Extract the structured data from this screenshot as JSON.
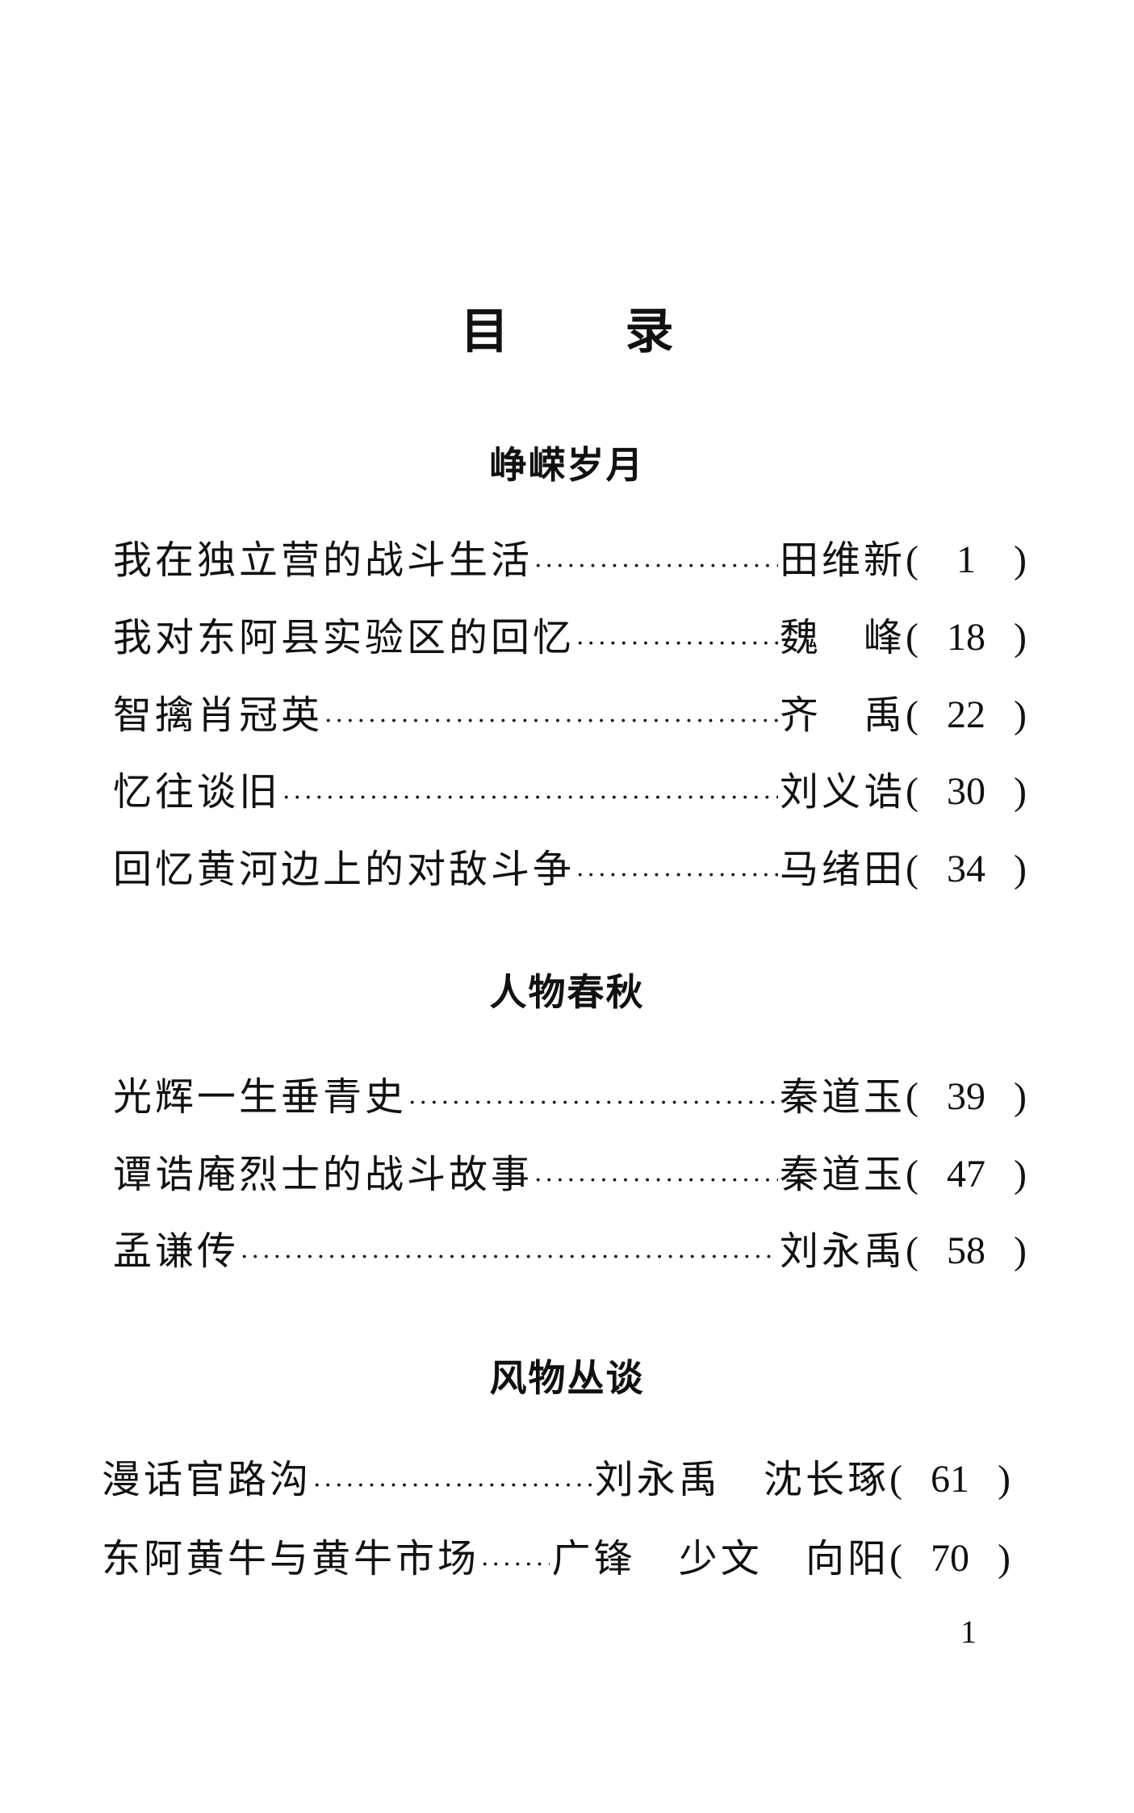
{
  "title": [
    "目",
    "录"
  ],
  "sections": [
    {
      "heading": "峥嵘岁月",
      "entries": [
        {
          "title": "我在独立营的战斗生活",
          "author": "田维新",
          "page": "1"
        },
        {
          "title": "我对东阿县实验区的回忆",
          "author": "魏　峰",
          "page": "18"
        },
        {
          "title": "智擒肖冠英",
          "author": "齐　禹",
          "page": "22"
        },
        {
          "title": "忆往谈旧",
          "author": "刘义诰",
          "page": "30"
        },
        {
          "title": "回忆黄河边上的对敌斗争",
          "author": "马绪田",
          "page": "34"
        }
      ]
    },
    {
      "heading": "人物春秋",
      "entries": [
        {
          "title": "光辉一生垂青史",
          "author": "秦道玉",
          "page": "39"
        },
        {
          "title": "谭诰庵烈士的战斗故事",
          "author": "秦道玉",
          "page": "47"
        },
        {
          "title": "孟谦传",
          "author": "刘永禹",
          "page": "58"
        }
      ]
    },
    {
      "heading": "风物丛谈",
      "entries": [
        {
          "title": "漫话官路沟",
          "author": "刘永禹 沈长琢",
          "page": "61"
        },
        {
          "title": "东阿黄牛与黄牛市场",
          "author": "广锋 少文 向阳",
          "page": "70"
        }
      ]
    }
  ],
  "page_number": "1"
}
